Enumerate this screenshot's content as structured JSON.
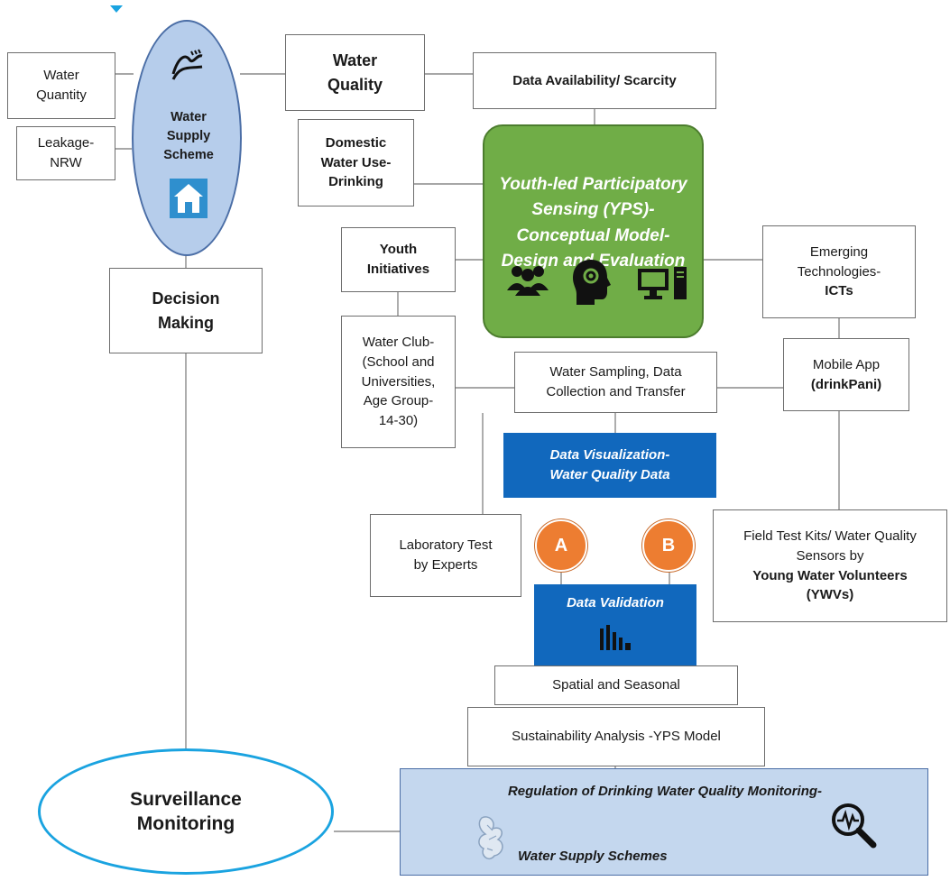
{
  "supply_scheme": {
    "label": "Water\nSupply\nScheme"
  },
  "water_quantity": {
    "label": "Water\nQuantity"
  },
  "leakage": {
    "label": "Leakage-\nNRW"
  },
  "water_quality": {
    "label": "Water\nQuality"
  },
  "data_availability": {
    "label": "Data Availability/ Scarcity"
  },
  "domestic_use": {
    "label": "Domestic\nWater Use-\nDrinking"
  },
  "yps_model": {
    "label": "Youth-led Participatory\nSensing (YPS)-\nConceptual Model-\nDesign and Evaluation"
  },
  "youth_initiatives": {
    "label": "Youth\nInitiatives"
  },
  "emerging_tech": {
    "line1": "Emerging\nTechnologies-",
    "line2": "ICTs"
  },
  "decision_making": {
    "label": "Decision\nMaking"
  },
  "water_club": {
    "label": "Water Club-\n(School and\nUniversities,\nAge Group-\n14-30)"
  },
  "water_sampling": {
    "label": "Water Sampling, Data\nCollection and Transfer"
  },
  "mobile_app": {
    "line1": "Mobile App",
    "line2": "(drinkPani)"
  },
  "data_visualization": {
    "label": "Data Visualization-\nWater Quality Data"
  },
  "lab_test": {
    "label": "Laboratory Test\nby Experts"
  },
  "circle_a": {
    "label": "A"
  },
  "circle_b": {
    "label": "B"
  },
  "field_test": {
    "line1": "Field Test Kits/ Water Quality\nSensors by",
    "line2": "Young Water Volunteers\n(YWVs)"
  },
  "data_validation": {
    "label": "Data Validation"
  },
  "spatial": {
    "label": "Spatial and Seasonal"
  },
  "sustainability": {
    "label": "Sustainability Analysis -YPS Model"
  },
  "surveillance": {
    "label": "Surveillance\nMonitoring"
  },
  "regulation": {
    "title": "Regulation of Drinking Water Quality Monitoring-",
    "subtitle": "Water Supply Schemes"
  },
  "colors": {
    "green": "#70ad47",
    "blue": "#1168bd",
    "orange": "#ed7d31",
    "light_blue": "#b6cdeb",
    "cyan_outline": "#1aa3e0"
  }
}
